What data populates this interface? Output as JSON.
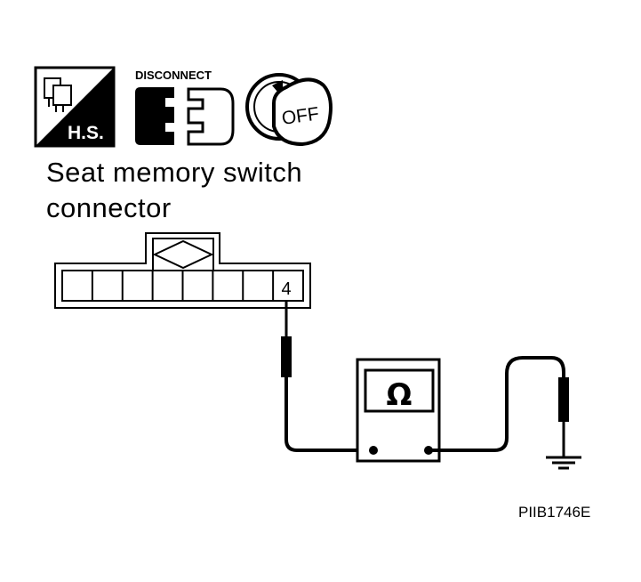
{
  "icons": {
    "harness_side": {
      "label": "H.S.",
      "icon": "harness-side-icon"
    },
    "disconnect": {
      "label": "DISCONNECT",
      "icon": "disconnect-connector-icon"
    },
    "ignition": {
      "label": "OFF",
      "icon": "ignition-key-off-icon"
    }
  },
  "caption": {
    "line1": "Seat memory switch",
    "line2": "connector"
  },
  "connector": {
    "terminal_label": "4",
    "cavities": 8
  },
  "meter": {
    "symbol": "Ω",
    "icon": "ohmmeter-icon"
  },
  "ground": {
    "icon": "ground-icon"
  },
  "figure_code": "PIIB1746E",
  "colors": {
    "line": "#000000",
    "background": "#ffffff"
  }
}
